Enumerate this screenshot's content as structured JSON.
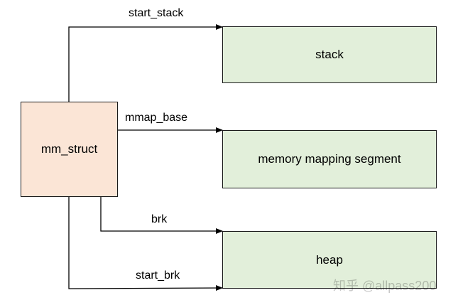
{
  "diagram": {
    "source_node": {
      "label": "mm_struct",
      "fill": "#fbe5d6"
    },
    "target_nodes": [
      {
        "id": "stack",
        "label": "stack",
        "fill": "#e2efda"
      },
      {
        "id": "mmap",
        "label": "memory mapping segment",
        "fill": "#e2efda"
      },
      {
        "id": "heap",
        "label": "heap",
        "fill": "#e2efda"
      }
    ],
    "edges": [
      {
        "label": "start_stack",
        "from": "mm_struct",
        "to": "stack"
      },
      {
        "label": "mmap_base",
        "from": "mm_struct",
        "to": "memory mapping segment"
      },
      {
        "label": "brk",
        "from": "mm_struct",
        "to": "heap"
      },
      {
        "label": "start_brk",
        "from": "mm_struct",
        "to": "heap"
      }
    ],
    "line_color": "#000000"
  },
  "watermark": "知乎 @allpass200"
}
